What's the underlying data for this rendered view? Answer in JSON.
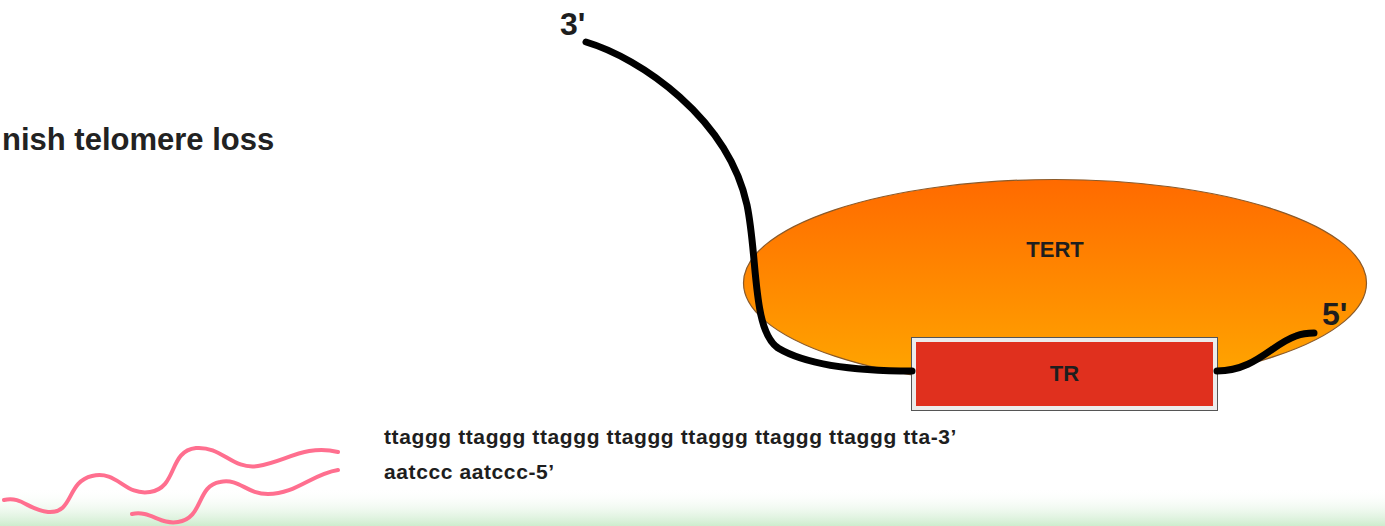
{
  "diagram": {
    "title": "nish telomere loss",
    "nodes": [
      {
        "text": [
          "TERT"
        ]
      },
      {
        "text": [
          "TR"
        ]
      }
    ],
    "labels": [
      "3'",
      "5'",
      "ttaggg ttaggg ttaggg ttaggg ttaggg ttaggg ttaggg tta-3’",
      "aatccc aatccc-5’"
    ]
  }
}
